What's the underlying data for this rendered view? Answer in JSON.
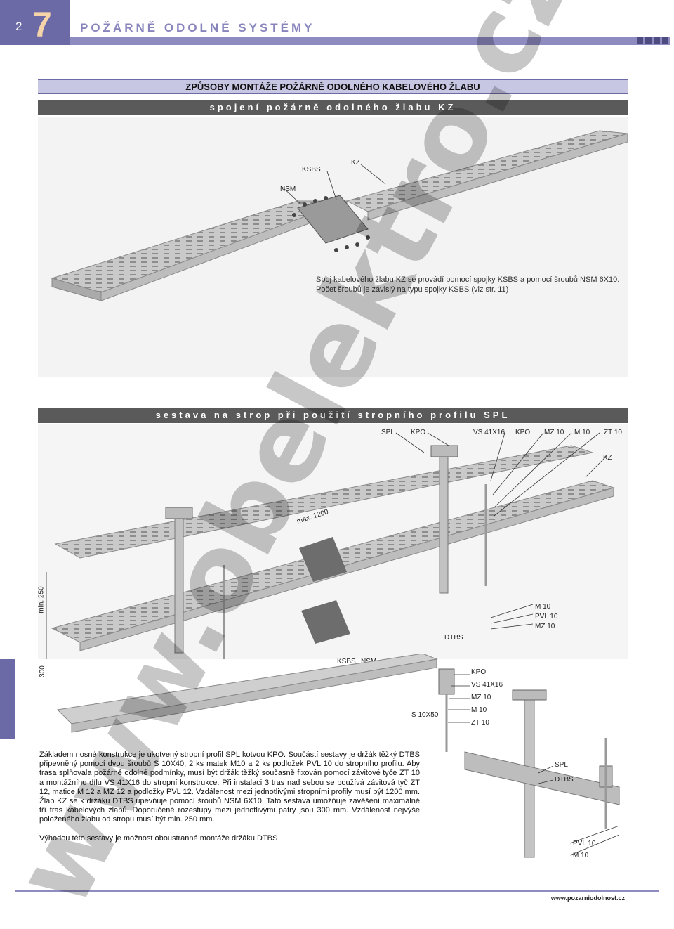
{
  "header": {
    "page_number": "2",
    "chapter_number": "7",
    "title": "POŽÁRNĚ ODOLNÉ SYSTÉMY"
  },
  "section": {
    "title": "ZPŮSOBY MONTÁŽE POŽÁRNĚ ODOLNÉHO KABELOVÉHO ŽLABU"
  },
  "part1": {
    "subtitle": "spojení požárně odolného žlabu KZ",
    "labels": {
      "ksbs": "KSBS",
      "kz": "KZ",
      "nsm": "NSM"
    },
    "caption_line1": "Spoj kabelového žlabu KZ se provádí pomocí spojky KSBS a pomocí šroubů NSM 6X10.",
    "caption_line2": "Počet šroubů je závislý na typu spojky KSBS (viz str. 11)"
  },
  "part2": {
    "subtitle": "sestava na strop při použití stropního profilu SPL",
    "top_labels": {
      "spl": "SPL",
      "kpo": "KPO",
      "vs": "VS 41X16",
      "kpo2": "KPO",
      "mz": "MZ 10",
      "m": "M 10",
      "zt": "ZT 10",
      "kz": "KZ"
    },
    "dim_max": "max. 1200",
    "dim_min": "min. 250",
    "dim_300": "300",
    "right_labels": {
      "m": "M 10",
      "pvl": "PVL 10",
      "mz": "MZ 10",
      "dtbs": "DTBS"
    },
    "bottom_labels": {
      "ksbs": "KSBS",
      "nsm": "NSM"
    }
  },
  "detail": {
    "labels": {
      "kpo": "KPO",
      "vs": "VS 41X16",
      "mz": "MZ 10",
      "m": "M 10",
      "zt": "ZT 10",
      "s10": "S 10X50",
      "spl": "SPL",
      "dtbs": "DTBS",
      "pvl": "PVL 10",
      "m2": "M 10"
    }
  },
  "body": {
    "paragraph": "Základem nosné konstrukce je ukotvený stropní profil SPL kotvou KPO. Součástí sestavy je držák těžký DTBS připevněný pomocí dvou šroubů S 10X40, 2 ks matek M10 a 2 ks podložek PVL 10 do stropního profilu. Aby trasa splňovala požárně odolné podmínky, musí být držák těžký současně fixován pomocí závitové tyče ZT 10 a montážního dílu VS 41X16 do stropní konstrukce. Při instalaci 3 tras nad sebou se používá závitová tyč ZT 12, matice M 12 a MZ 12 a podložky PVL 12. Vzdálenost mezi jednotlivými stropními profily musí být 1200 mm. Žlab KZ se k držáku DTBS upevňuje pomocí šroubů NSM 6X10. Tato sestava umožňuje zavěšení maximálně tří tras kabelových žlabů. Doporučené rozestupy mezi jednotlivými patry jsou 300 mm. Vzdálenost nejvýše položeného žlabu od stropu musí být min. 250 mm.",
    "note": "Výhodou této sestavy je možnost oboustranné montáže držáku DTBS"
  },
  "footer": {
    "url": "www.pozarniodolnost.cz"
  },
  "watermark": {
    "text": "www.obelektro.cz"
  }
}
